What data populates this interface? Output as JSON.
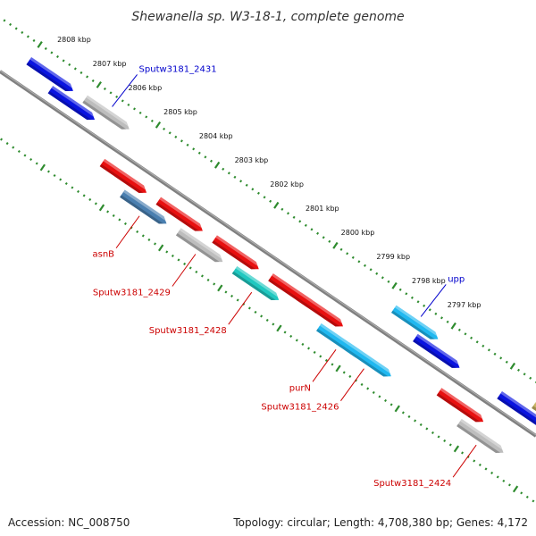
{
  "title": "Shewanella sp. W3-18-1, complete genome",
  "accession": "Accession: NC_008750",
  "topology": "Topology: circular; Length: 4,708,380 bp; Genes: 4,172",
  "colors": {
    "backbone": "#808080",
    "tick": "#2e8b2e",
    "forward_label": "#0000cc",
    "reverse_label": "#cc0000"
  },
  "ruler": [
    "2808 kbp",
    "2807 kbp",
    "2806 kbp",
    "2805 kbp",
    "2804 kbp",
    "2803 kbp",
    "2802 kbp",
    "2801 kbp",
    "2800 kbp",
    "2799 kbp",
    "2798 kbp",
    "2797 kbp"
  ],
  "genes": [
    {
      "label": "",
      "color": "#0a14e0",
      "lane": 2
    },
    {
      "label": "",
      "color": "#0a14e0",
      "lane": 1
    },
    {
      "label": "Sputw3181_2431",
      "color": "#bdbdbd",
      "lane": 2
    },
    {
      "label": "",
      "color": "#e81010",
      "lane": -1
    },
    {
      "label": "asnB",
      "color": "#4a7fb0",
      "lane": -2
    },
    {
      "label": "",
      "color": "#e81010",
      "lane": -1
    },
    {
      "label": "Sputw3181_2429",
      "color": "#bdbdbd",
      "lane": -2
    },
    {
      "label": "",
      "color": "#e81010",
      "lane": -1
    },
    {
      "label": "Sputw3181_2428",
      "color": "#20c8c0",
      "lane": -2
    },
    {
      "label": "",
      "color": "#e81010",
      "lane": -1
    },
    {
      "label": "",
      "color": "#e81010",
      "lane": -1
    },
    {
      "label": "purN",
      "color": "#20b8f0",
      "lane": -2
    },
    {
      "label": "Sputw3181_2426",
      "color": "#20b8f0",
      "lane": -2
    },
    {
      "label": "upp",
      "color": "#20b8f0",
      "lane": 2
    },
    {
      "label": "",
      "color": "#0a14e0",
      "lane": 1
    },
    {
      "label": "",
      "color": "#e81010",
      "lane": -1
    },
    {
      "label": "Sputw3181_2424",
      "color": "#bdbdbd",
      "lane": -2
    },
    {
      "label": "",
      "color": "#0a14e0",
      "lane": 1
    },
    {
      "label": "",
      "color": "#c8b464",
      "lane": 2
    },
    {
      "label": "",
      "color": "#e0209a",
      "lane": -2
    }
  ]
}
